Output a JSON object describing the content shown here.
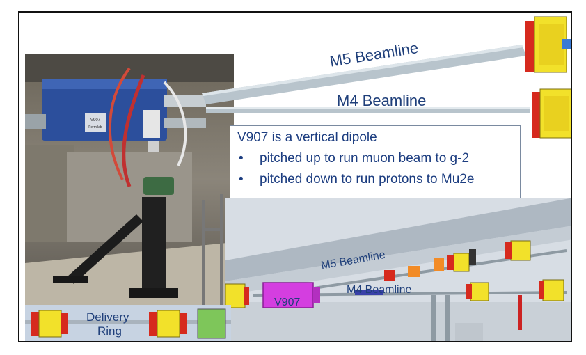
{
  "labels": {
    "m5_beamline_top": "M5 Beamline",
    "m4_beamline_top": "M4 Beamline",
    "m5_beamline_cad": "M5 Beamline",
    "m4_beamline_cad": "M4 Beamline",
    "v907": "V907",
    "delivery_ring_line1": "Delivery",
    "delivery_ring_line2": "Ring"
  },
  "callout": {
    "title": "V907 is a vertical dipole",
    "items": [
      "pitched up to run muon beam to g-2",
      "pitched down to run protons to Mu2e"
    ]
  },
  "photo": {
    "magnet_plate_line1": "V907",
    "magnet_plate_line2": "Fermilab"
  },
  "colors": {
    "text_blue": "#1f3f7a",
    "magnet_blue": "#2c4f9c",
    "quad_yellow": "#f2e12a",
    "quad_red": "#d62a1e",
    "dipole_magenta": "#d43ee0",
    "beampipe_gray": "#b8c4cc"
  }
}
